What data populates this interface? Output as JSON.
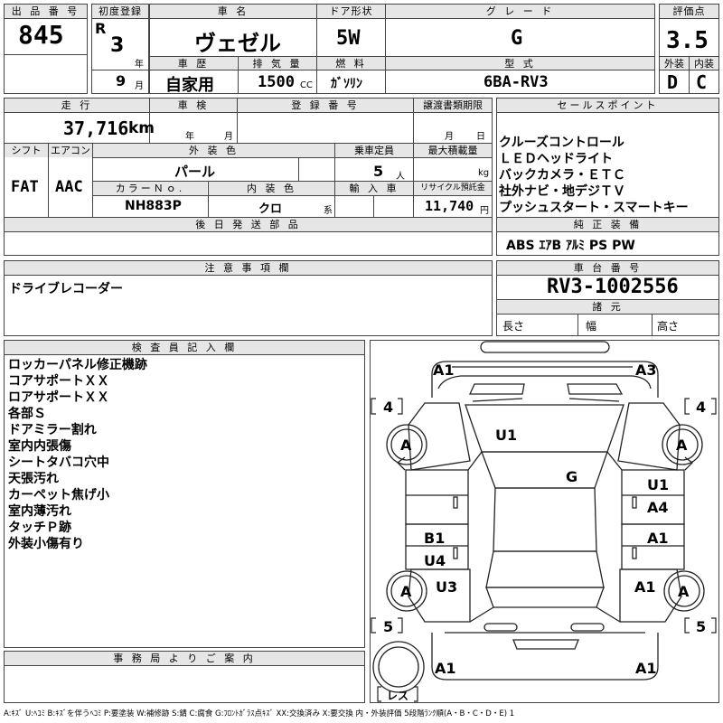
{
  "header": {
    "labels": {
      "lot_no": "出 品 番 号",
      "first_reg": "初度登録",
      "car_name": "車 名",
      "door": "ドア形状",
      "grade": "グ レ ー ド",
      "score": "評価点",
      "history": "車 歴",
      "displacement": "排 気 量",
      "fuel": "燃 料",
      "model_code": "型 式",
      "exterior": "外装",
      "interior": "内装",
      "year_unit": "年",
      "month_unit": "月",
      "cc_unit": "CC"
    },
    "lot_no": "845",
    "era": "R",
    "year": "3",
    "month": "9",
    "car_name": "ヴェゼル",
    "door": "5W",
    "grade": "G",
    "score": "3.5",
    "history": "自家用",
    "displacement": "1500",
    "fuel": "ｶﾞｿﾘﾝ",
    "model_code": "6BA-RV3",
    "exterior_grade": "D",
    "interior_grade": "C"
  },
  "middle": {
    "labels": {
      "mileage": "走 行",
      "inspection": "車 検",
      "reg_no": "登 録 番 号",
      "transfer": "譲渡書類期限",
      "shift": "シフト",
      "aircon": "エアコン",
      "ext_color": "外 装 色",
      "capacity": "乗車定員",
      "max_load": "最大積載量",
      "color_no": "カラーＮｏ.",
      "int_color": "内 装 色",
      "import": "輸 入 車",
      "recycle": "リサイクル預託金",
      "year_unit": "年",
      "month_unit": "月",
      "day_unit": "日",
      "person_unit": "人",
      "kg_unit": "kg",
      "kei_unit": "系",
      "yen_unit": "円"
    },
    "mileage": "37,716",
    "km_unit": "km",
    "shift": "FAT",
    "aircon": "AAC",
    "ext_color": "パール",
    "capacity": "5",
    "color_no": "NH883P",
    "int_color": "クロ",
    "recycle": "11,740"
  },
  "sales_points": {
    "title": "セールスポイント",
    "items": [
      "クルーズコントロール",
      "ＬＥＤヘッドライト",
      "バックカメラ・ＥＴＣ",
      "社外ナビ・地デジＴＶ",
      "プッシュスタート・スマートキー"
    ]
  },
  "later_parts": {
    "title": "後 日 発 送 部 品"
  },
  "standard_equipment": {
    "title": "純 正 装 備",
    "value": "ABS ｴｱB ｱﾙﾐ PS PW"
  },
  "notes": {
    "title": "注 意 事 項 欄",
    "text": "ドライブレコーダー"
  },
  "chassis": {
    "title": "車 台 番 号",
    "number": "RV3-1002556",
    "spec_title": "諸 元",
    "length": "長さ",
    "width": "幅",
    "height": "高さ"
  },
  "inspector": {
    "title": "検 査 員 記 入 欄",
    "lines": [
      "ロッカーパネル修正機跡",
      "コアサポートＸＸ",
      "ロアサポートＸＸ",
      "各部Ｓ",
      "ドアミラー割れ",
      "室内内張傷",
      "シートタバコ穴中",
      "天張汚れ",
      "カーペット焦げ小",
      "室内薄汚れ",
      "タッチＰ跡",
      "外装小傷有り"
    ]
  },
  "office": {
    "title": "事 務 局 よ り ご 案 内"
  },
  "diagram": {
    "labels": {
      "front_left": "A1",
      "front_right": "A3",
      "wheel_fl": "A",
      "wheel_fr": "A",
      "wheel_rl": "A",
      "wheel_rr": "A",
      "hood": "U1",
      "roof": "G",
      "door_fr_1": "U1",
      "door_fr_2": "A4",
      "door_rr": "A1",
      "door_rl_1": "B1",
      "door_rl_2": "U4",
      "qtr_left": "U3",
      "qtr_right": "A1",
      "rear_left": "A1",
      "rear_right": "A1",
      "tyre_front_left": "4",
      "tyre_front_right": "4",
      "tyre_rear_left": "5",
      "tyre_rear_right": "5",
      "spare": "レス"
    }
  },
  "footer": {
    "legend": "A:ｷｽﾞ  U:ﾍｺﾐ  B:ｷｽﾞを伴うﾍｺﾐ  P:要塗装  W:補修跡  S:錆  C:腐食  G:ﾌﾛﾝﾄｶﾞﾗｽ点ｷｽﾞ  XX:交換済み  X:要交換   内・外装評価  5段階ﾗﾝｸ順(A・B・C・D・E)  1"
  }
}
